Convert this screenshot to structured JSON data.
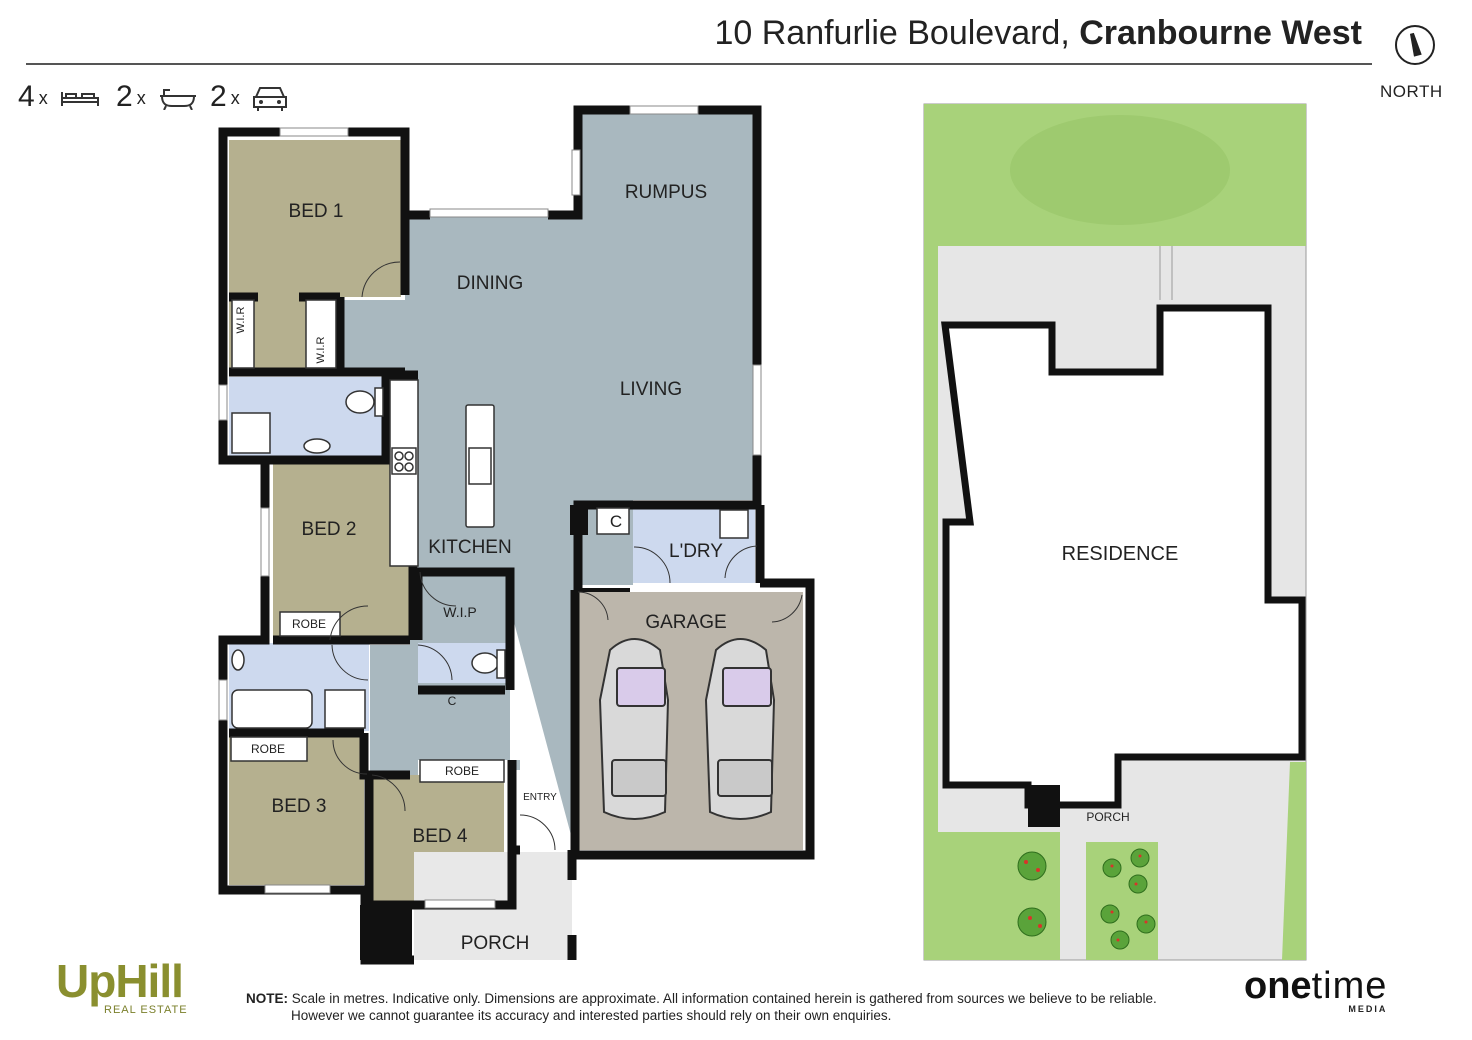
{
  "header": {
    "address_line1": "10 Ranfurlie Boulevard,",
    "address_suburb": "Cranbourne West",
    "north_label": "NORTH"
  },
  "features": [
    {
      "count": "4",
      "x": "x",
      "icon": "bed-icon"
    },
    {
      "count": "2",
      "x": "x",
      "icon": "bath-icon"
    },
    {
      "count": "2",
      "x": "x",
      "icon": "car-icon"
    }
  ],
  "rooms": {
    "bed1": "BED 1",
    "dining": "DINING",
    "rumpus": "RUMPUS",
    "living": "LIVING",
    "wir1": "W.I.R",
    "wir2": "W.I.R",
    "bed2": "BED 2",
    "robe_bed2": "ROBE",
    "kitchen": "KITCHEN",
    "wip": "W.I.P",
    "cupboard1": "C",
    "laundry": "L'DRY",
    "garage": "GARAGE",
    "cupboard2": "C",
    "robe_bed3": "ROBE",
    "robe_bed4": "ROBE",
    "bed3": "BED 3",
    "bed4": "BED 4",
    "entry": "ENTRY",
    "porch": "PORCH"
  },
  "site_plan": {
    "residence": "RESIDENCE",
    "porch": "PORCH"
  },
  "footer": {
    "note_label": "NOTE:",
    "note_line1": "Scale in metres. Indicative only. Dimensions are approximate. All information contained herein is gathered from sources we believe to be reliable.",
    "note_line2": "However we cannot guarantee its accuracy and interested parties should rely on their own enquiries.",
    "logo_left_main": "UpHill",
    "logo_left_sub": "REAL ESTATE",
    "logo_right_main_a": "one",
    "logo_right_main_b": "time",
    "logo_right_sub": "MEDIA"
  },
  "colors": {
    "bedroom": "#b5b08f",
    "living": "#a9b8bf",
    "wet": "#cdd9ee",
    "garage": "#bcb6ab",
    "wall": "#111111",
    "grass": "#a8d27a",
    "paving": "#e6e6e6"
  }
}
